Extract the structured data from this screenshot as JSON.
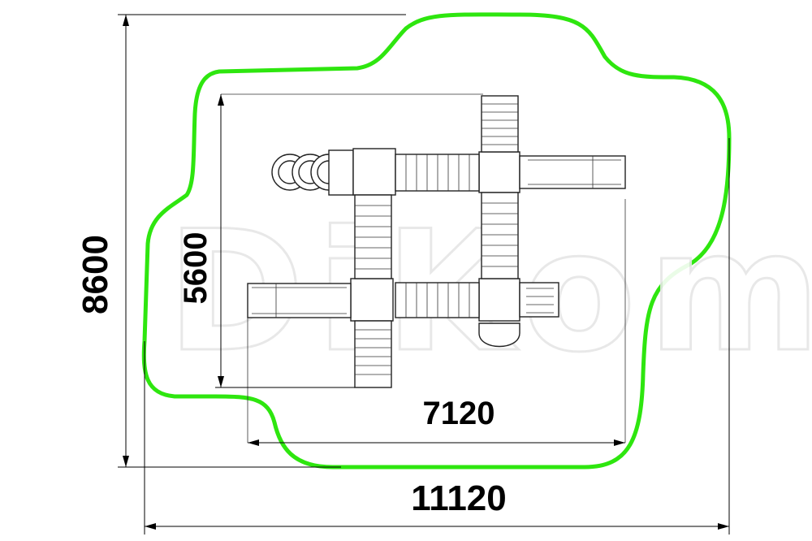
{
  "dimensions": {
    "overall_width": "11120",
    "overall_height": "8600",
    "inner_width": "7120",
    "inner_height": "5600"
  },
  "watermark": "DiKom",
  "colors": {
    "safety_zone": "#2ee60f",
    "lines": "#000000"
  }
}
